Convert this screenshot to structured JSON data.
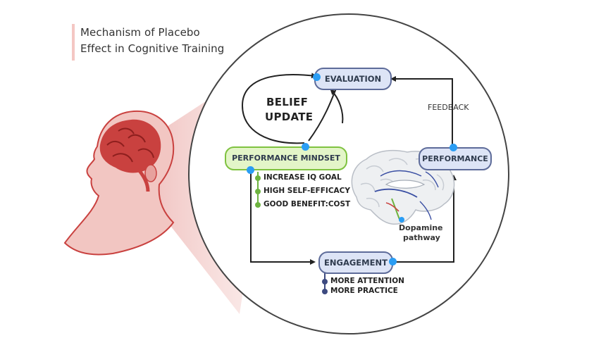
{
  "title": {
    "line1": "Mechanism of Placebo",
    "line2": "Effect in Cognitive Training"
  },
  "nodes": {
    "evaluation": "EVALUATION",
    "performance_mindset": "PERFORMANCE MINDSET",
    "performance": "PERFORMANCE",
    "engagement": "ENGAGEMENT"
  },
  "belief_update": {
    "line1": "BELIEF",
    "line2": "UPDATE"
  },
  "feedback_label": "FEEDBACK",
  "mindset_items": [
    "INCREASE IQ GOAL",
    "HIGH SELF-EFFICACY",
    "GOOD BENEFIT:COST"
  ],
  "engagement_items": [
    "MORE ATTENTION",
    "MORE PRACTICE"
  ],
  "brain_label": {
    "line1": "Dopamine",
    "line2": "pathway"
  },
  "colors": {
    "node_blue_fill": "#dde4f6",
    "node_blue_border": "#5d6b99",
    "node_green_fill": "#e3f5c8",
    "node_green_border": "#7fc240",
    "connector_dot": "#2a9df4",
    "head_red": "#c9413f"
  }
}
